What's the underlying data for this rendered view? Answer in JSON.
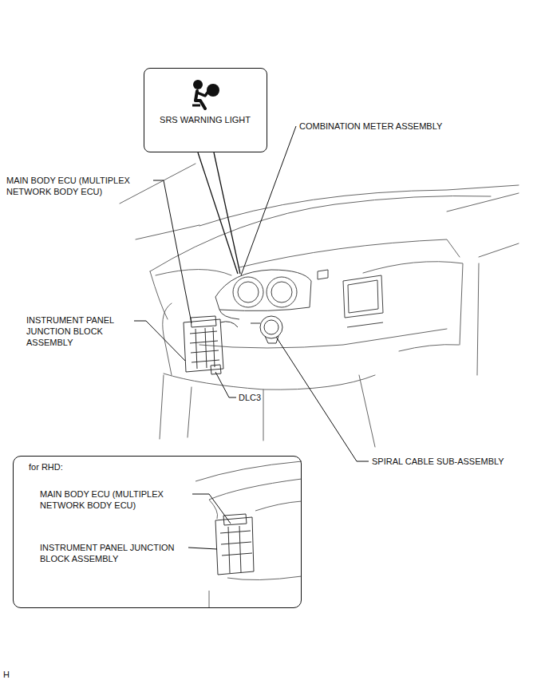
{
  "diagram": {
    "nodes": [
      {
        "text": [
          "SRS WARNING LIGHT"
        ]
      },
      {
        "text": [
          "for RHD:",
          "MAIN BODY ECU (MULTIPLEX NETWORK BODY ECU)",
          "INSTRUMENT PANEL JUNCTION BLOCK ASSEMBLY"
        ]
      }
    ],
    "labels": [
      "COMBINATION METER ASSEMBLY",
      "MAIN BODY ECU (MULTIPLEX NETWORK BODY ECU)",
      "INSTRUMENT PANEL JUNCTION BLOCK ASSEMBLY",
      "DLC3",
      "SPIRAL CABLE SUB-ASSEMBLY",
      "H"
    ]
  }
}
